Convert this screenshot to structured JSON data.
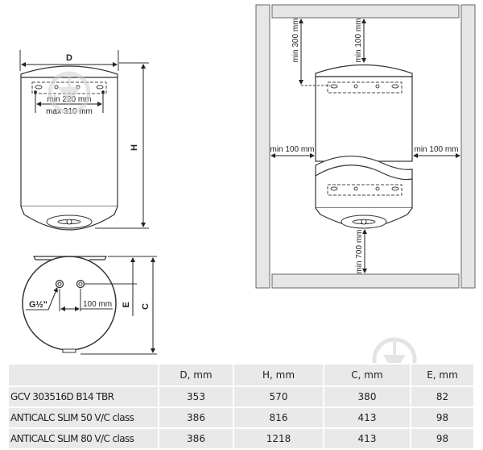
{
  "front_view": {
    "label_d": "D",
    "label_h": "H",
    "bracket_min": "min 220 mm",
    "bracket_max": "max 310 mm"
  },
  "bottom_view": {
    "thread_label": "G½\"",
    "spacing_label": "100 mm",
    "label_e": "E",
    "label_c": "C"
  },
  "installation_view": {
    "top_clearance_bracket": "min 300 mm",
    "top_clearance": "min 100 mm",
    "left_clearance": "min 100 mm",
    "right_clearance": "min 100 mm",
    "bottom_clearance": "min 700 mm"
  },
  "watermark": {
    "icon": "brand-logo-icon",
    "color": "#d9d9d9"
  },
  "colors": {
    "table_bg": "#e9e9e9",
    "wall": "#e6e6e6",
    "line": "#333333"
  },
  "table": {
    "headers": [
      "",
      "D, mm",
      "H, mm",
      "C, mm",
      "E, mm"
    ],
    "rows": [
      {
        "model": "GCV 303516D B14 TBR",
        "d": "353",
        "h": "570",
        "c": "380",
        "e": "82"
      },
      {
        "model": "ANTICALC SLIM 50 V/C class",
        "d": "386",
        "h": "816",
        "c": "413",
        "e": "98"
      },
      {
        "model": "ANTICALC SLIM 80 V/C class",
        "d": "386",
        "h": "1218",
        "c": "413",
        "e": "98"
      }
    ]
  }
}
